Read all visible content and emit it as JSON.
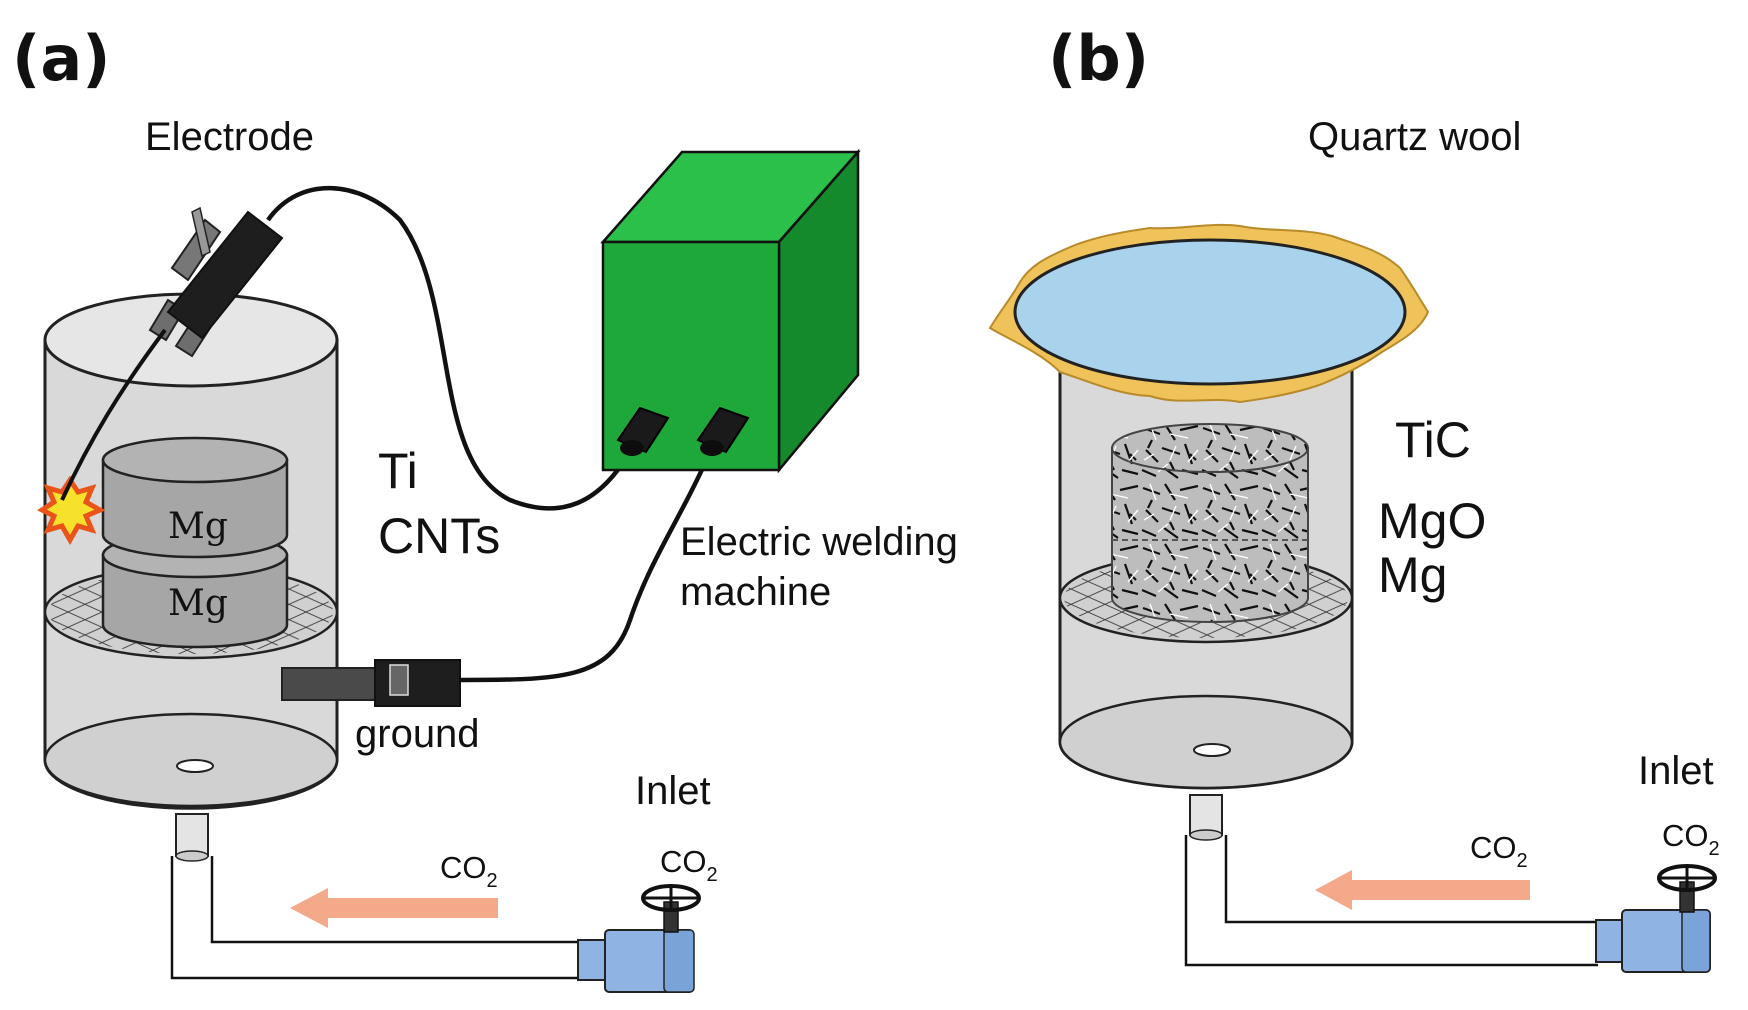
{
  "panels": {
    "a": {
      "label": "(a)",
      "electrode": "Electrode",
      "welder": {
        "line1": "Electric welding",
        "line2": "machine"
      },
      "materials": {
        "line1": "Ti",
        "line2": "CNTs"
      },
      "mg_top": "Mg",
      "mg_bottom": "Mg",
      "ground": "ground",
      "inlet": "Inlet",
      "flow_gas": {
        "base": "CO",
        "sub": "2"
      },
      "valve_gas": {
        "base": "CO",
        "sub": "2"
      }
    },
    "b": {
      "label": "(b)",
      "quartz_wool": "Quartz wool",
      "products": {
        "line1": "TiC",
        "line2": "MgO",
        "line3": "Mg"
      },
      "inlet": "Inlet",
      "flow_gas": {
        "base": "CO",
        "sub": "2"
      },
      "valve_gas": {
        "base": "CO",
        "sub": "2"
      }
    }
  },
  "colors": {
    "cylinder_fill": "#d9d9d9",
    "welder_green": "#1ea83a",
    "arrow_fill": "#f4a98a",
    "valve_blue": "#8fb4e3",
    "quartz_yellow": "#f0c35a",
    "lid_blue": "#a9d3ec"
  }
}
